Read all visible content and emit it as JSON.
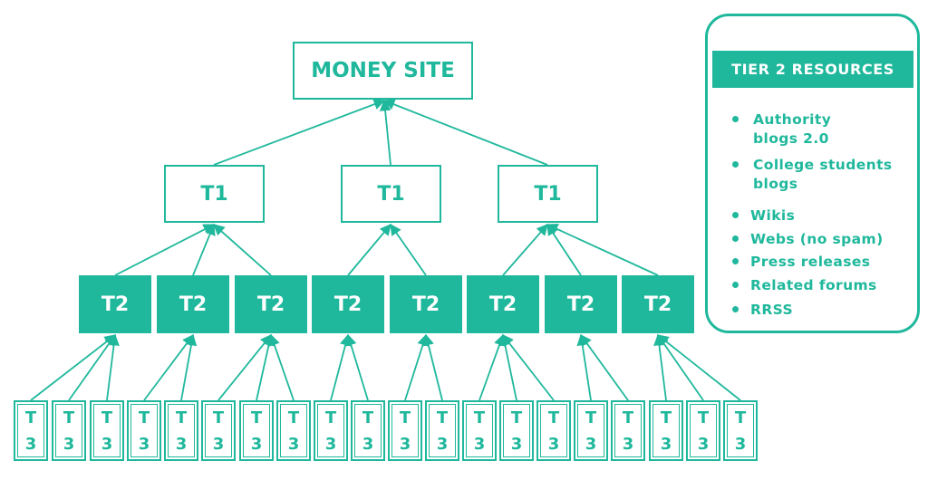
{
  "diagram": {
    "money_site": "MONEY SITE",
    "tier1_label": "T1",
    "tier2_label": "T2",
    "tier3_label": "T3"
  },
  "sidebar": {
    "title": "TIER 2 RESOURCES",
    "items": [
      "Authority blogs 2.0",
      "College students blogs",
      "Wikis",
      "Webs (no spam)",
      "Press releases",
      "Related forums",
      "RRSS"
    ]
  },
  "colors": {
    "accent": "#1fb89c",
    "background": "#ffffff",
    "text_on_accent": "#ffffff"
  }
}
